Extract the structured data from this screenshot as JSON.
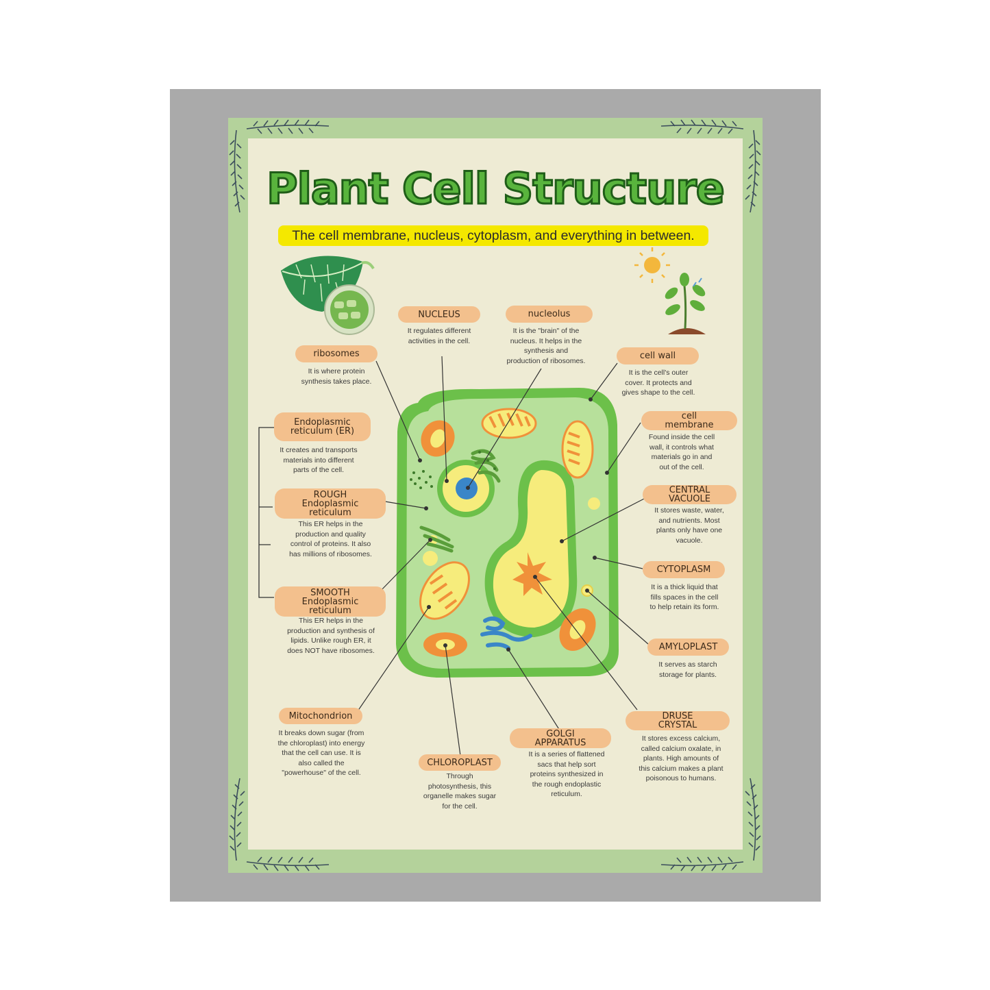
{
  "title": "Plant Cell Structure",
  "subtitle": "The cell membrane, nucleus, cytoplasm, and everything in between.",
  "colors": {
    "poster_border": "#b4d29b",
    "poster_background": "#eeebd4",
    "title_fill": "#59b43d",
    "title_outline": "#1f5d18",
    "subtitle_highlight": "#f4e800",
    "label_pill": "#f3c08d",
    "cell_wall": "#6cc04a",
    "cytoplasm": "#b7e09b",
    "vacuole": "#f6ec7c",
    "nucleolus": "#3a86c8"
  },
  "icons": [
    "leaf-icon",
    "sun-icon",
    "sprout-icon",
    "vine-corner-icon"
  ],
  "labels": {
    "nucleus": {
      "title": "NUCLEUS",
      "desc": "It regulates different\nactivities in the cell."
    },
    "nucleolus": {
      "title": "nucleolus",
      "desc": "It is the \"brain\" of the\nnucleus. It helps in the\nsynthesis and\nproduction of ribosomes."
    },
    "ribosomes": {
      "title": "ribosomes",
      "desc": "It is where protein\nsynthesis takes place."
    },
    "cell_wall": {
      "title": "cell wall",
      "desc": "It is the cell's outer\ncover. It protects and\ngives shape to the cell."
    },
    "er": {
      "title": "Endoplasmic\nreticulum (ER)",
      "desc": "It creates and transports\nmaterials into different\nparts of the cell."
    },
    "cell_membrane": {
      "title": "cell\nmembrane",
      "desc": "Found inside the cell\nwall, it controls what\nmaterials go in and\nout of the cell."
    },
    "rough_er": {
      "title": "ROUGH\nEndoplasmic\nreticulum",
      "desc": "This ER helps in the\nproduction and quality\ncontrol of proteins. It also\nhas millions of ribosomes."
    },
    "central_vacuole": {
      "title": "CENTRAL\nVACUOLE",
      "desc": "It stores waste, water,\nand nutrients. Most\nplants only have one\nvacuole."
    },
    "cytoplasm": {
      "title": "CYTOPLASM",
      "desc": "It is a thick liquid that\nfills spaces in the cell\nto help retain its form."
    },
    "smooth_er": {
      "title": "SMOOTH\nEndoplasmic\nreticulum",
      "desc": "This ER helps in the\nproduction and synthesis of\nlipids. Unlike rough ER, it\ndoes NOT have ribosomes."
    },
    "amyloplast": {
      "title": "AMYLOPLAST",
      "desc": "It serves as starch\nstorage for plants."
    },
    "mitochondrion": {
      "title": "Mitochondrion",
      "desc": "It breaks down sugar (from\nthe chloroplast) into energy\nthat the cell can use. It is\nalso called the\n\"powerhouse\" of the cell."
    },
    "druse_crystal": {
      "title": "DRUSE\nCRYSTAL",
      "desc": "It stores excess calcium,\ncalled calcium oxalate, in\nplants. High amounts of\nthis calcium makes a plant\npoisonous to humans."
    },
    "golgi": {
      "title": "GOLGI\nAPPARATUS",
      "desc": "It is a series of flattened\nsacs that help sort\nproteins synthesized in\nthe rough endoplastic\nreticulum."
    },
    "chloroplast": {
      "title": "CHLOROPLAST",
      "desc": "Through\nphotosynthesis, this\norganelle makes sugar\nfor the cell."
    }
  }
}
